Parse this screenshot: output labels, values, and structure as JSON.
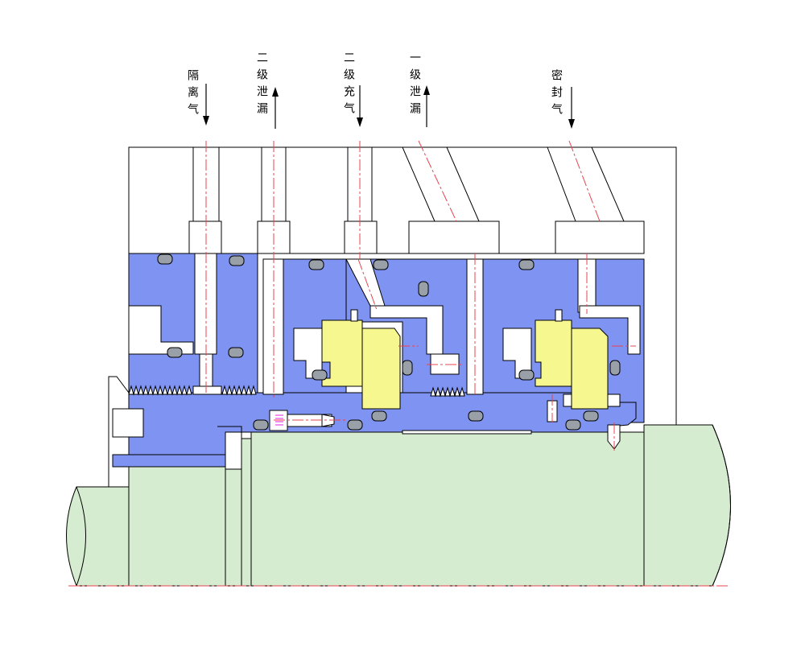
{
  "colors": {
    "stator_blue": "#7f93f2",
    "seal_ring_yellow": "#f7f790",
    "shaft_green": "#d6ecd0",
    "centerline_red": "#e8434f",
    "bolt_magenta": "#e020e0",
    "outline": "#000000",
    "background": "#ffffff"
  },
  "ports": [
    {
      "label": "隔离气",
      "flow": "in",
      "icon": "arrow-down-icon"
    },
    {
      "label": "二级泄漏",
      "flow": "out",
      "icon": "arrow-up-icon"
    },
    {
      "label": "二级充气",
      "flow": "in",
      "icon": "arrow-down-icon"
    },
    {
      "label": "一级泄漏",
      "flow": "out",
      "icon": "arrow-up-icon"
    },
    {
      "label": "密封气",
      "flow": "in",
      "icon": "arrow-down-icon"
    }
  ]
}
